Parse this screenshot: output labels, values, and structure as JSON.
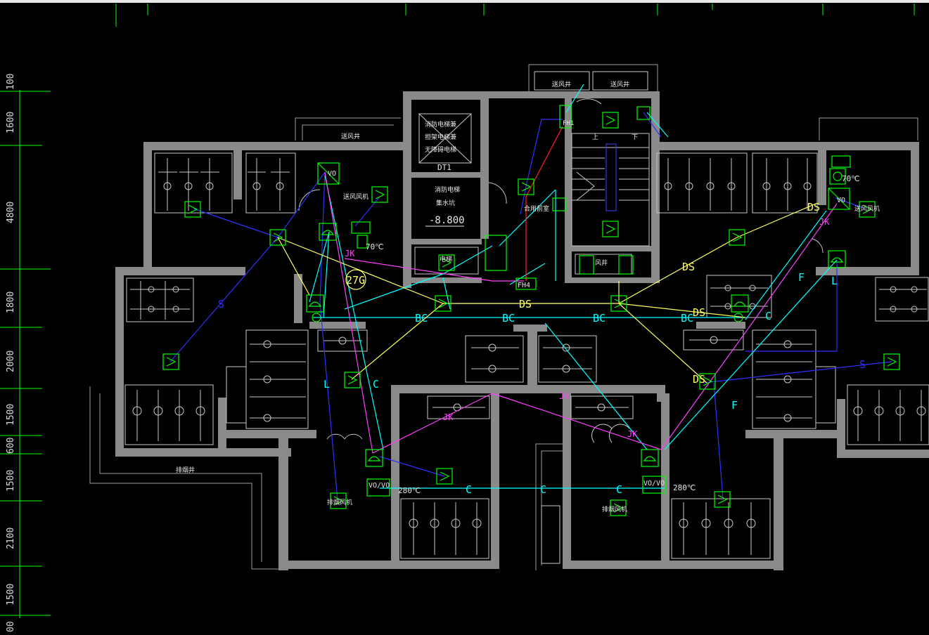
{
  "dimensions": [
    "100",
    "1600",
    "4800",
    "1800",
    "2000",
    "1500",
    "600",
    "1500",
    "2100",
    "1500",
    "00"
  ],
  "labels": {
    "elevator_text_1": "消防电梯兼",
    "elevator_text_2": "担架电梯兼",
    "elevator_text_3": "无障碍电梯",
    "elevator_id": "DT1",
    "pit_text_1": "消防电梯",
    "pit_text_2": "集水坑",
    "pit_level": "-8.800",
    "fan_room": "合用前室",
    "shaft_top_left": "送风井",
    "shaft_top_right": "送风井",
    "shaft_left": "送风井",
    "shaft_bottom_left": "排烟井",
    "exhaust_left": "排烟风机",
    "exhaust_right": "排烟风机",
    "supply_left": "送风风机",
    "supply_right": "送风风机",
    "fire_hydrant_1": "FH1",
    "fire_hydrant_4": "FH4",
    "zone_27g": "27G",
    "temp_70_left": "70℃",
    "temp_70_right": "70℃",
    "temp_280_left": "280℃",
    "temp_280_right": "280℃",
    "vo_1": "VO",
    "vo_2": "VO",
    "vovo_left": "VO/VO",
    "vovo_right": "VO/VO",
    "stair_up": "上",
    "stair_down": "下",
    "elev_small_1": "电梯",
    "elev_small_2": "风井"
  },
  "wire_labels": {
    "bc1": "BC",
    "bc2": "BC",
    "bc3": "BC",
    "bc4": "BC",
    "ds1": "DS",
    "ds2": "DS",
    "ds3": "DS",
    "ds4": "DS",
    "ds5": "DS",
    "s1": "S",
    "s2": "S",
    "l1": "L",
    "l2": "L",
    "c1": "C",
    "c2": "C",
    "c3": "C",
    "c4": "C",
    "c5": "C",
    "f1": "F",
    "f2": "F",
    "jk1": "JK",
    "jk2": "JK",
    "jk3": "JK",
    "jk4": "JK",
    "jk5": "JK"
  },
  "colors": {
    "wall": "#8a8a8a",
    "device": "#00ff00",
    "wire_blue": "#3030ff",
    "wire_cyan": "#00ffff",
    "wire_yellow": "#ffff60",
    "wire_magenta": "#ff40ff",
    "wire_red": "#ff2020",
    "fixture": "#c8c8c8",
    "dimension": "#00ff00"
  }
}
